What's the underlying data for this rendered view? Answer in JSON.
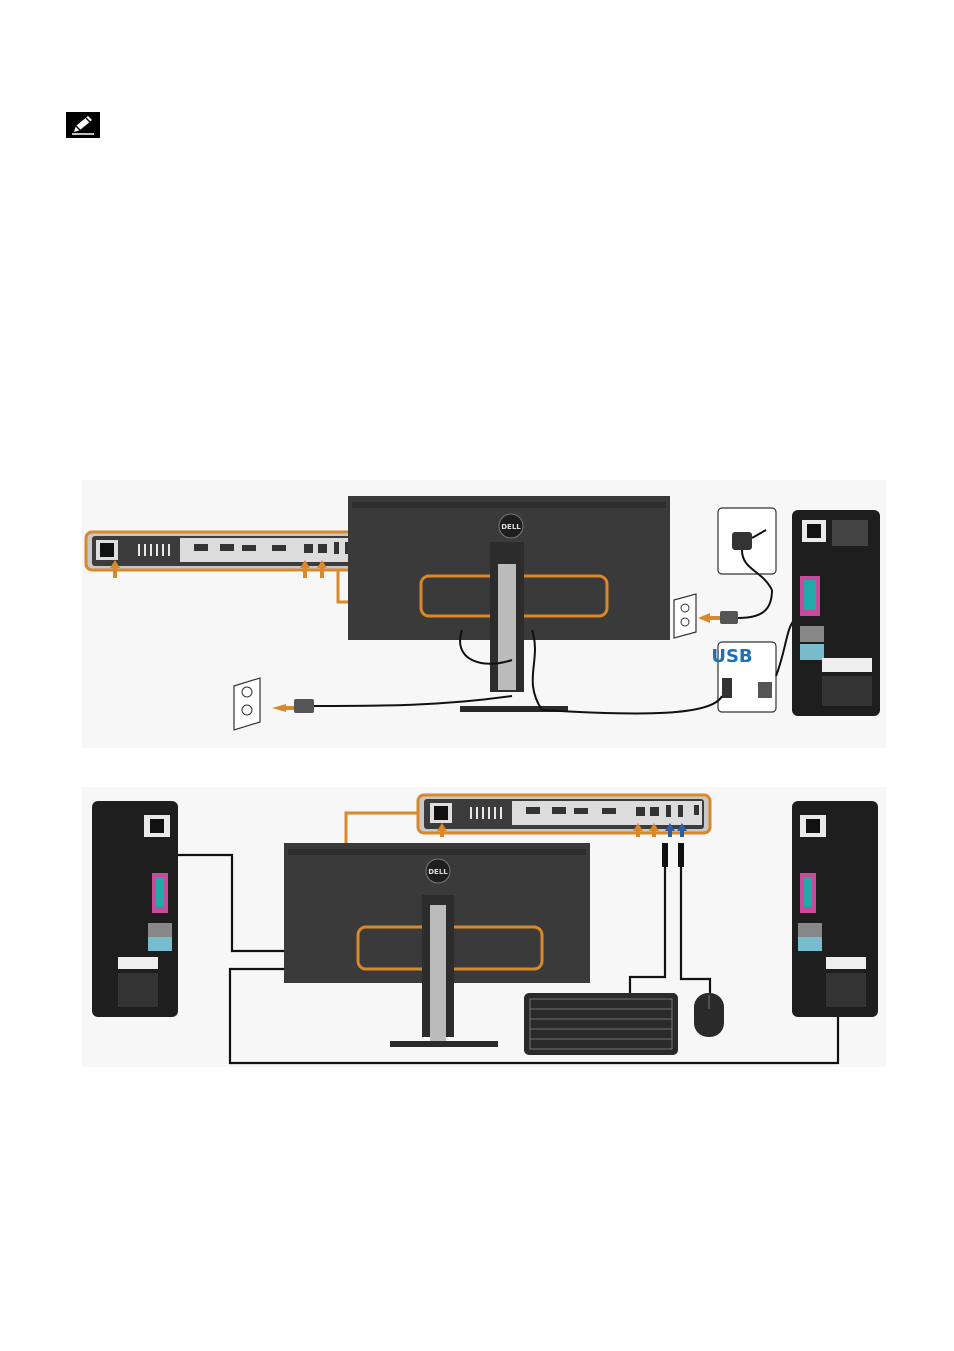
{
  "note": {
    "icon": "note-pencil-icon"
  },
  "diagram_1": {
    "description_icons": [
      "power-outlet-icon",
      "usb-icon",
      "dell-logo"
    ],
    "usb_label": "USB",
    "logo_text": "DELL"
  },
  "diagram_2": {
    "logo_text": "DELL"
  },
  "colors": {
    "accent": "#d9882a",
    "blue_arrow": "#2a5ea8",
    "monitor": "#3a3a3a",
    "tower": "#1e1e1e",
    "usb_blue": "#1f6fb5"
  }
}
